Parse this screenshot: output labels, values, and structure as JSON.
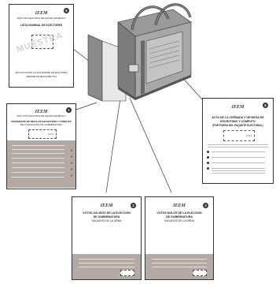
{
  "docs": {
    "doc5": {
      "number": "5",
      "logo": "IEEM",
      "header": "INSTITUTO ELECTORAL DEL ESTADO DE MÉXICO",
      "title": "LISTA NOMINAL DE ELECTORES",
      "watermark": "MUESTRA",
      "footer1": "DEVOLUCIÓN DE LA LISTA NOMINAL DE ELECTORES",
      "footer2": "PRESIDENTE MESA DIRECTIVA"
    },
    "doc1": {
      "number": "1",
      "logo": "IEEM",
      "header": "INSTITUTO ELECTORAL DEL ESTADO DE MÉXICO",
      "title1": "EXPEDIENTE DE MESA DE ESCRUTINIO Y CÓMPUTO",
      "title2": "DE LA ELECCIÓN DE GUBERNATURA",
      "folio": "0 0 1",
      "checks": [
        "✔",
        "✔",
        "✔",
        "✔",
        "✔"
      ]
    },
    "doc2": {
      "number": "2",
      "logo": "IEEM",
      "title1": "VOTOS VÁLIDOS DE LA ELECCIÓN",
      "title2": "DE GUBERNATURA",
      "title3": "SACADOS DE LA URNA"
    },
    "doc3": {
      "number": "3",
      "logo": "IEEM",
      "title1": "VOTOS NULOS DE LA ELECCIÓN",
      "title2": "DE GUBERNATURA",
      "title3": "SACADOS DE LA URNA"
    },
    "doc6": {
      "number": "6",
      "logo": "IEEM",
      "title1": "ACTA DE LA JORNADA Y DE MESA DE",
      "title2": "ESCRUTINIO Y CÓMPUTO",
      "title3": "(POR FUERA DEL PAQUETE ELECTORAL)",
      "folio": "0 0 1"
    }
  }
}
